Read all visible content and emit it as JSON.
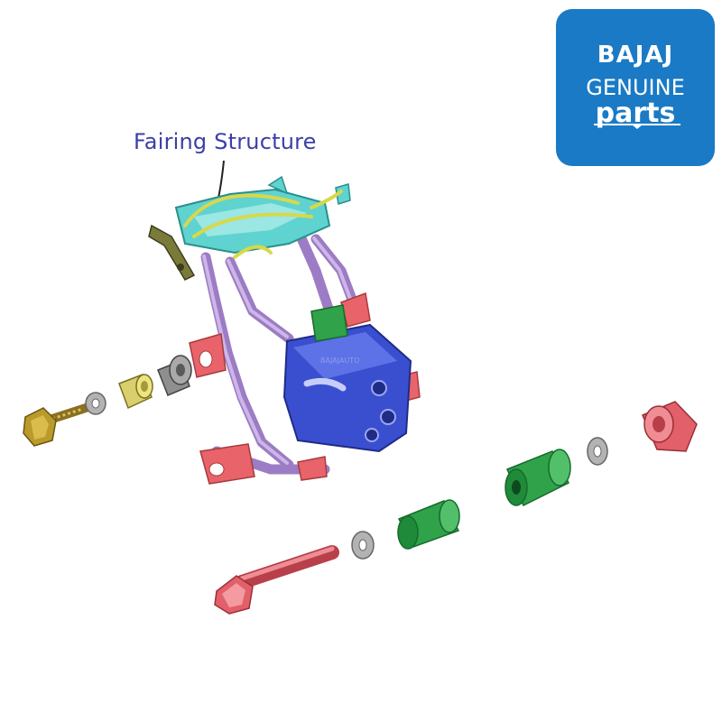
{
  "diagram": {
    "callout_label": "Fairing Structure",
    "watermark": "BAJAJAUTO"
  },
  "badge": {
    "brand": "BAJAJ",
    "line1": "GENUINE",
    "line2": "parts"
  },
  "colors": {
    "badge_blue": "#1a7ac5",
    "label_blue": "#3b3fa8",
    "fairing_cyan": "#5fd3d0",
    "wire_yellow": "#d8d84a",
    "frame_purple": "#b79bd6",
    "bracket_blue": "#3a4fcf",
    "part_red": "#e8646a",
    "part_green": "#2fa24a",
    "bolt_gold": "#b99a2a"
  }
}
